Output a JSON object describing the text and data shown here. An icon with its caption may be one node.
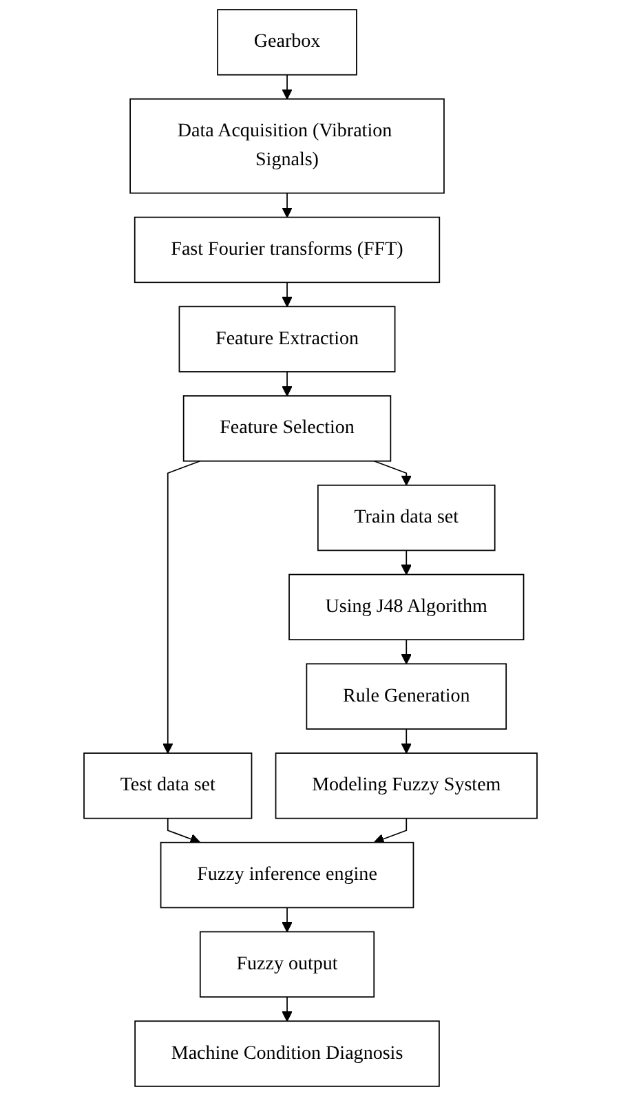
{
  "diagram": {
    "nodes": [
      {
        "text": [
          "Gearbox"
        ]
      },
      {
        "text": [
          "Data Acquisition (Vibration Signals)"
        ]
      },
      {
        "text": [
          "Fast Fourier transforms (FFT)"
        ]
      },
      {
        "text": [
          "Feature Extraction"
        ]
      },
      {
        "text": [
          "Feature Selection"
        ]
      },
      {
        "text": [
          "Test data set"
        ]
      },
      {
        "text": [
          "Train data set"
        ]
      },
      {
        "text": [
          "Using J48 Algorithm"
        ]
      },
      {
        "text": [
          "Rule Generation"
        ]
      },
      {
        "text": [
          "Modeling Fuzzy System"
        ]
      },
      {
        "text": [
          "Fuzzy inference engine"
        ]
      },
      {
        "text": [
          "Fuzzy output"
        ]
      },
      {
        "text": [
          "Machine Condition Diagnosis"
        ]
      }
    ],
    "edges": [
      {
        "from": 0,
        "to": 1,
        "arrow": "to"
      },
      {
        "from": 1,
        "to": 2,
        "arrow": "to"
      },
      {
        "from": 2,
        "to": 3,
        "arrow": "to"
      },
      {
        "from": 3,
        "to": 4,
        "arrow": "to"
      },
      {
        "from": 4,
        "to": 5,
        "arrow": "to"
      },
      {
        "from": 4,
        "to": 6,
        "arrow": "to"
      },
      {
        "from": 6,
        "to": 7,
        "arrow": "to"
      },
      {
        "from": 7,
        "to": 8,
        "arrow": "to"
      },
      {
        "from": 8,
        "to": 9,
        "arrow": "to"
      },
      {
        "from": 5,
        "to": 10,
        "arrow": "to"
      },
      {
        "from": 9,
        "to": 10,
        "arrow": "to"
      },
      {
        "from": 10,
        "to": 11,
        "arrow": "to"
      },
      {
        "from": 11,
        "to": 12,
        "arrow": "to"
      }
    ]
  }
}
